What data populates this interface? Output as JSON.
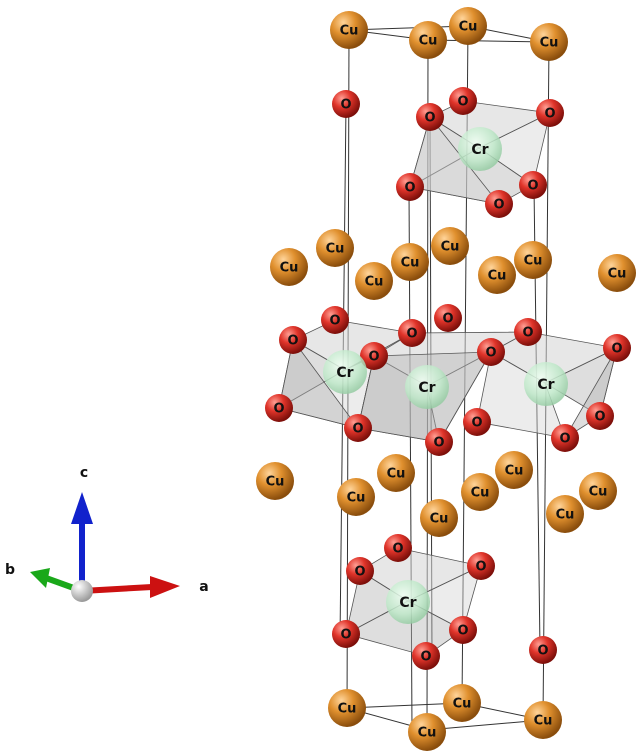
{
  "labels": {
    "cu": "Cu",
    "o": "O",
    "cr": "Cr"
  },
  "axes": {
    "a": "a",
    "b": "b",
    "c": "c"
  },
  "colors": {
    "cu": "#d9892b",
    "o": "#e23a2c",
    "cr": "#b8e6c5",
    "axis_a": "#cc1111",
    "axis_b": "#1aa81a",
    "axis_c": "#1122cc",
    "polyhedron": "#a8a8a8"
  }
}
